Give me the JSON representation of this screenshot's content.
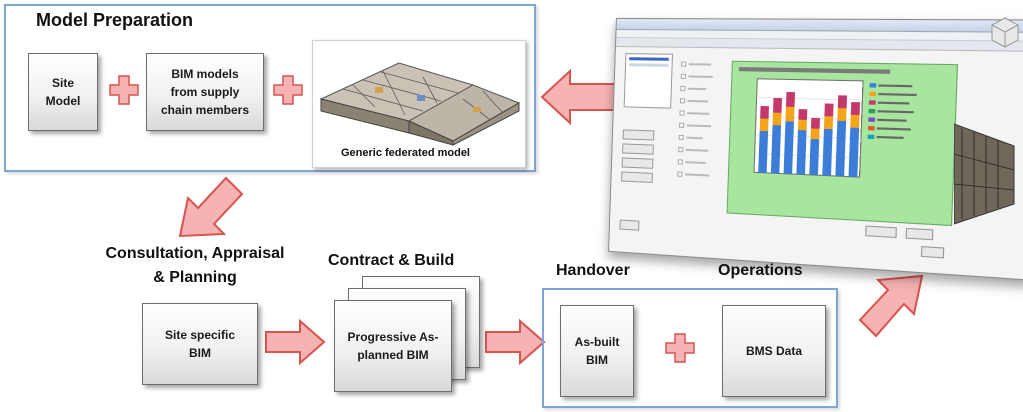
{
  "model_preparation": {
    "title": "Model Preparation",
    "site_model": "Site Model",
    "bim_models": "BIM models from supply chain members",
    "federated_caption": "Generic federated model"
  },
  "stages": {
    "consultation": "Consultation, Appraisal & Planning",
    "contract": "Contract & Build",
    "handover": "Handover",
    "operations": "Operations"
  },
  "boxes": {
    "site_specific": "Site specific BIM",
    "progressive": "Progressive As-planned BIM",
    "as_built": "As-built BIM",
    "bms": "BMS Data"
  },
  "icons": {
    "plus": "plus-icon",
    "arrow": "block-arrow-icon"
  },
  "colors": {
    "arrow_fill": "#f6b3b3",
    "arrow_stroke": "#d9534f",
    "frame_border": "#7ea6d3",
    "chart_panel": "#a8e6a0"
  }
}
